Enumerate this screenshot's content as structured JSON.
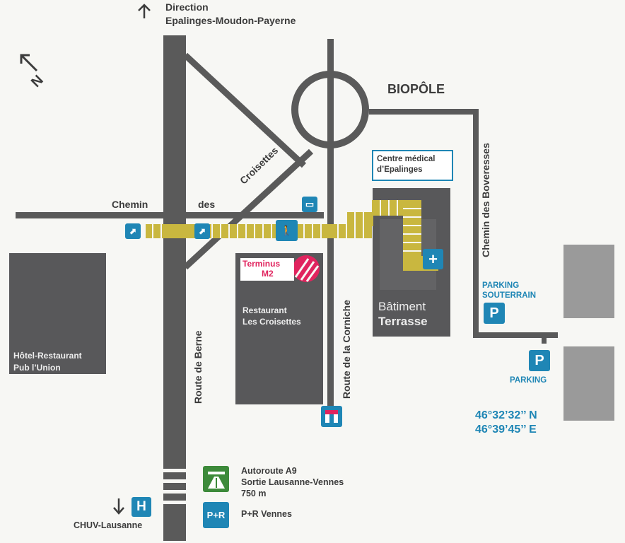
{
  "map": {
    "direction": {
      "title": "Direction",
      "destination": "Epalinges-Moudon-Payerne"
    },
    "compass": {
      "letter": "N"
    },
    "biopole": "BIOPÔLE",
    "centre_medical": {
      "line1": "Centre médical",
      "line2": "d’Epalinges"
    },
    "roads": {
      "chemin_a": "Chemin",
      "chemin_b": "des",
      "croisettes": "Croisettes",
      "route_de_berne": "Route de Berne",
      "route_de_la_corniche": "Route de la Corniche",
      "chemin_des_boveresses": "Chemin des Boveresses"
    },
    "terminus": {
      "line1": "Terminus",
      "line2": "M2"
    },
    "restaurant": {
      "line1": "Restaurant",
      "line2": "Les Croisettes"
    },
    "hotel": {
      "line1": "Hôtel-Restaurant",
      "line2": "Pub l’Union"
    },
    "batiment": {
      "line1": "Bâtiment",
      "line2": "Terrasse"
    },
    "parking_souterrain": {
      "line1": "PARKING",
      "line2": "SOUTERRAIN",
      "icon": "P"
    },
    "parking": {
      "label": "PARKING",
      "icon": "P"
    },
    "coordinates": {
      "lat": "46°32’32’’ N",
      "lon": "46°39’45’’ E"
    },
    "autoroute": {
      "line1": "Autoroute A9",
      "line2": "Sortie Lausanne-Vennes",
      "line3": "750 m"
    },
    "pr": {
      "icon": "P+R",
      "label": "P+R Vennes"
    },
    "hospital": {
      "icon": "H",
      "label": "CHUV-Lausanne"
    },
    "colors": {
      "road": "#5a5a5a",
      "building": "#58585a",
      "path": "#c9b73f",
      "blue": "#1f86b5",
      "pink": "#e0245e",
      "green": "#3d8a3a"
    }
  }
}
